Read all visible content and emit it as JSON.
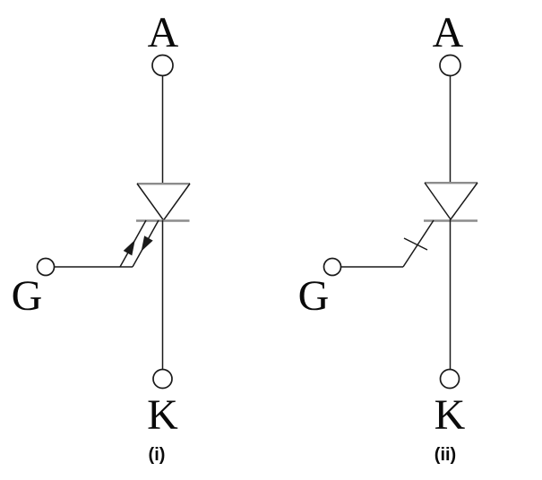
{
  "figure": {
    "description": "Two thyristor circuit symbols with anode, gate and cathode terminals",
    "colors": {
      "background": "#ffffff",
      "line": "#1a1a1a",
      "junction_bar": "#8c8c8c",
      "text": "#0a0a0a"
    },
    "diagrams": [
      {
        "caption": "(i)",
        "anode_label": "A",
        "gate_label": "G",
        "cathode_label": "K",
        "gate_style": "two parallel gate leads with opposite arrows (turn-on arrow toward cathode bar, turn-off arrow toward gate terminal)"
      },
      {
        "caption": "(ii)",
        "anode_label": "A",
        "gate_label": "G",
        "cathode_label": "K",
        "gate_style": "single gate lead with short slash across it"
      }
    ]
  }
}
